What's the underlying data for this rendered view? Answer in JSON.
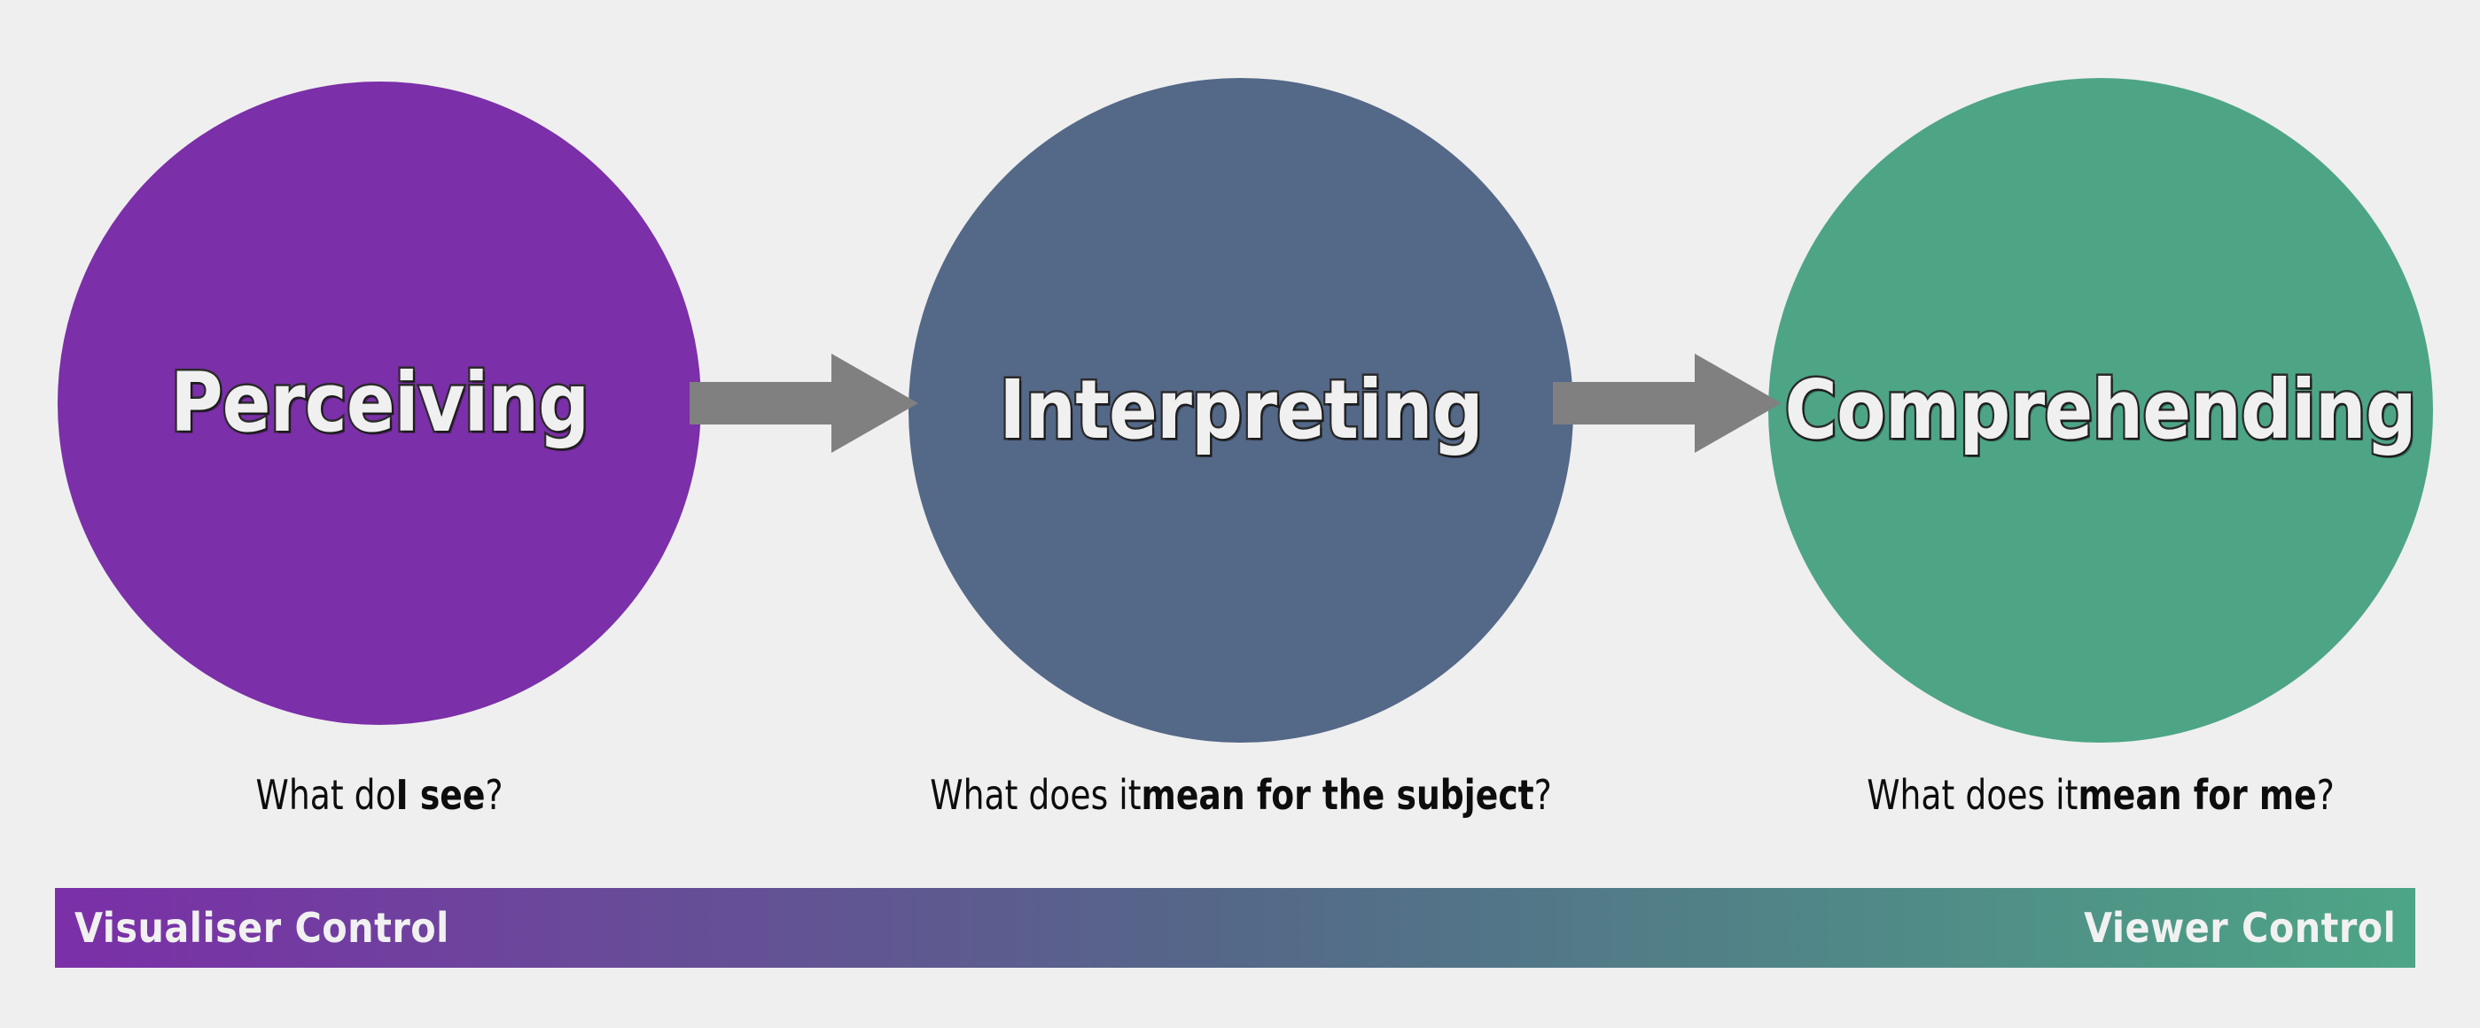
{
  "background_color": "#efefef",
  "stages": [
    {
      "id": "perceiving",
      "label": "Perceiving",
      "color": "#7B2FA8",
      "caption_prefix": "What do ",
      "caption_emphasis": "I see",
      "caption_suffix": "?"
    },
    {
      "id": "interpreting",
      "label": "Interpreting",
      "color": "#546888",
      "caption_prefix": "What does it ",
      "caption_emphasis": "mean for the subject",
      "caption_suffix": "?"
    },
    {
      "id": "comprehending",
      "label": "Comprehending",
      "color": "#4DA586",
      "caption_prefix": "What does it ",
      "caption_emphasis": "mean for me",
      "caption_suffix": "?"
    }
  ],
  "arrows": {
    "color": "#808080",
    "count": 2,
    "direction": "right"
  },
  "control_bar": {
    "left_label": "Visualiser Control",
    "right_label": "Viewer Control",
    "gradient_from": "#7B2FA8",
    "gradient_mid": "#546888",
    "gradient_to": "#4DA586",
    "text_color": "#f1f1f1"
  }
}
